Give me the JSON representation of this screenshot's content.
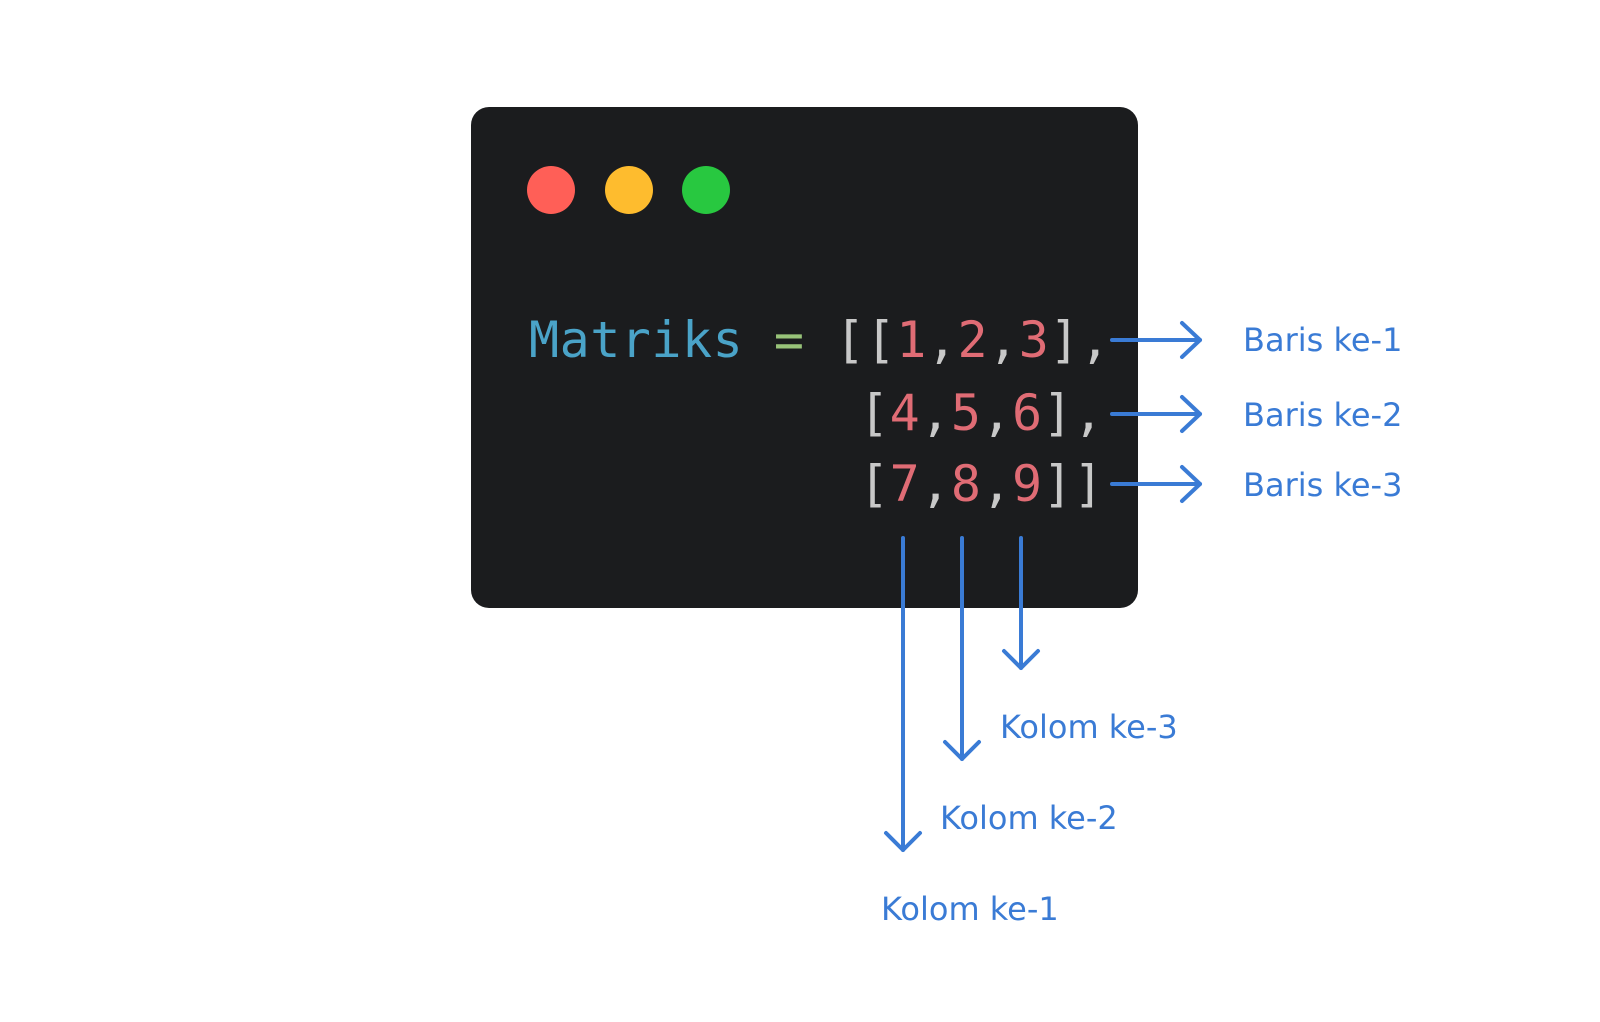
{
  "window": {
    "dots": [
      {
        "name": "close",
        "color": "#ff5f57"
      },
      {
        "name": "minimize",
        "color": "#febc2e"
      },
      {
        "name": "maximize",
        "color": "#28c840"
      }
    ]
  },
  "code": {
    "identifier": "Matriks",
    "operator": "=",
    "rows": [
      {
        "open": "[[",
        "values": [
          "1",
          "2",
          "3"
        ],
        "close": "],"
      },
      {
        "open": "[",
        "values": [
          "4",
          "5",
          "6"
        ],
        "close": "],"
      },
      {
        "open": "[",
        "values": [
          "7",
          "8",
          "9"
        ],
        "close": "]]"
      }
    ],
    "separator": ","
  },
  "annotations": {
    "rows": [
      "Baris ke-1",
      "Baris ke-2",
      "Baris ke-3"
    ],
    "columns": [
      "Kolom ke-1",
      "Kolom ke-2",
      "Kolom ke-3"
    ]
  },
  "colors": {
    "accent": "#3a7bd5",
    "background": "#1b1c1e"
  }
}
